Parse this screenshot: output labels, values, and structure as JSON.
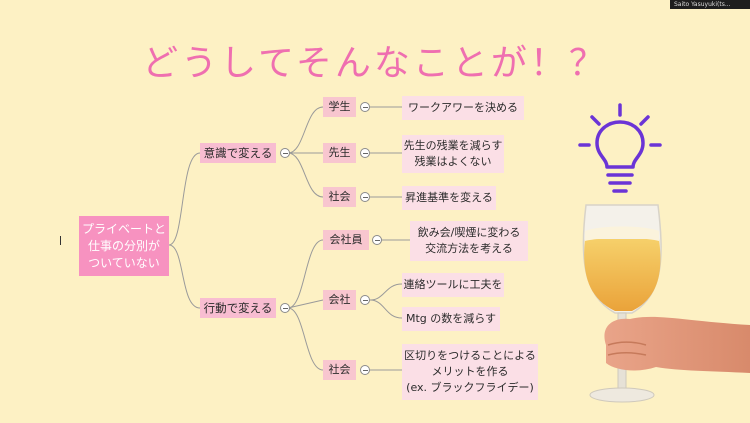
{
  "meeting": {
    "participant_name": "Saito Yasuyuki(ts..."
  },
  "slide": {
    "title": "どうしてそんなことが！？"
  },
  "mindmap": {
    "root": {
      "lines": [
        "プライベートと",
        "仕事の分別が",
        "ついていない"
      ]
    },
    "branches": [
      {
        "label": "意識で変える",
        "children": [
          {
            "label": "学生",
            "leaves": [
              {
                "lines": [
                  "ワークアワーを決める"
                ]
              }
            ]
          },
          {
            "label": "先生",
            "leaves": [
              {
                "lines": [
                  "先生の残業を減らす",
                  "残業はよくない"
                ]
              }
            ]
          },
          {
            "label": "社会",
            "leaves": [
              {
                "lines": [
                  "昇進基準を変える"
                ]
              }
            ]
          }
        ]
      },
      {
        "label": "行動で変える",
        "children": [
          {
            "label": "会社員",
            "leaves": [
              {
                "lines": [
                  "飲み会/喫煙に変わる",
                  "交流方法を考える"
                ]
              }
            ]
          },
          {
            "label": "会社",
            "leaves": [
              {
                "lines": [
                  "連絡ツールに工夫を"
                ]
              },
              {
                "lines": [
                  "Mtg の数を減らす"
                ]
              }
            ]
          },
          {
            "label": "社会",
            "leaves": [
              {
                "lines": [
                  "区切りをつけることによる",
                  "メリットを作る",
                  "(ex. ブラックフライデー)"
                ]
              }
            ]
          }
        ]
      }
    ]
  },
  "colors": {
    "background": "#fdf1c4",
    "title": "#ef6fb0",
    "root": "#f792c0",
    "branch": "#f8bdd1",
    "leaf": "#fbdfe6",
    "connector": "#9a9a9a",
    "bulb": "#6b34d6"
  },
  "illustrations": [
    "lightbulb-icon",
    "beer-glass-in-hand"
  ]
}
